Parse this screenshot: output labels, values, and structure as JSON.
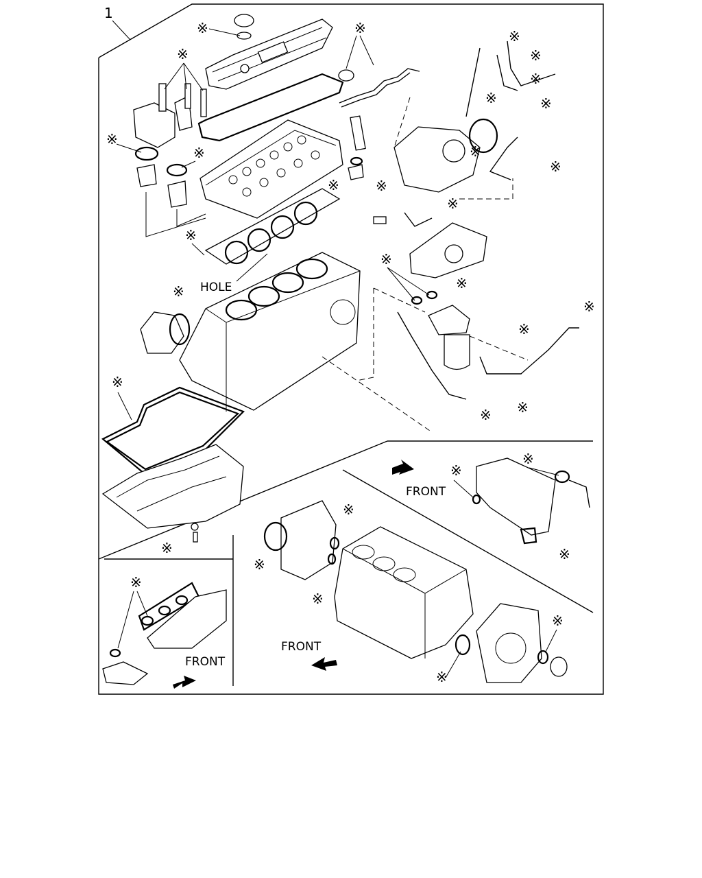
{
  "callout_number": "1",
  "labels": {
    "hole": "HOLE",
    "front_1": "FRONT",
    "front_2": "FRONT",
    "front_3": "FRONT"
  },
  "kit_marker_symbol": "※",
  "icons": {
    "front_arrow": "arrow-icon",
    "kit_marker": "asterisk-icon"
  }
}
